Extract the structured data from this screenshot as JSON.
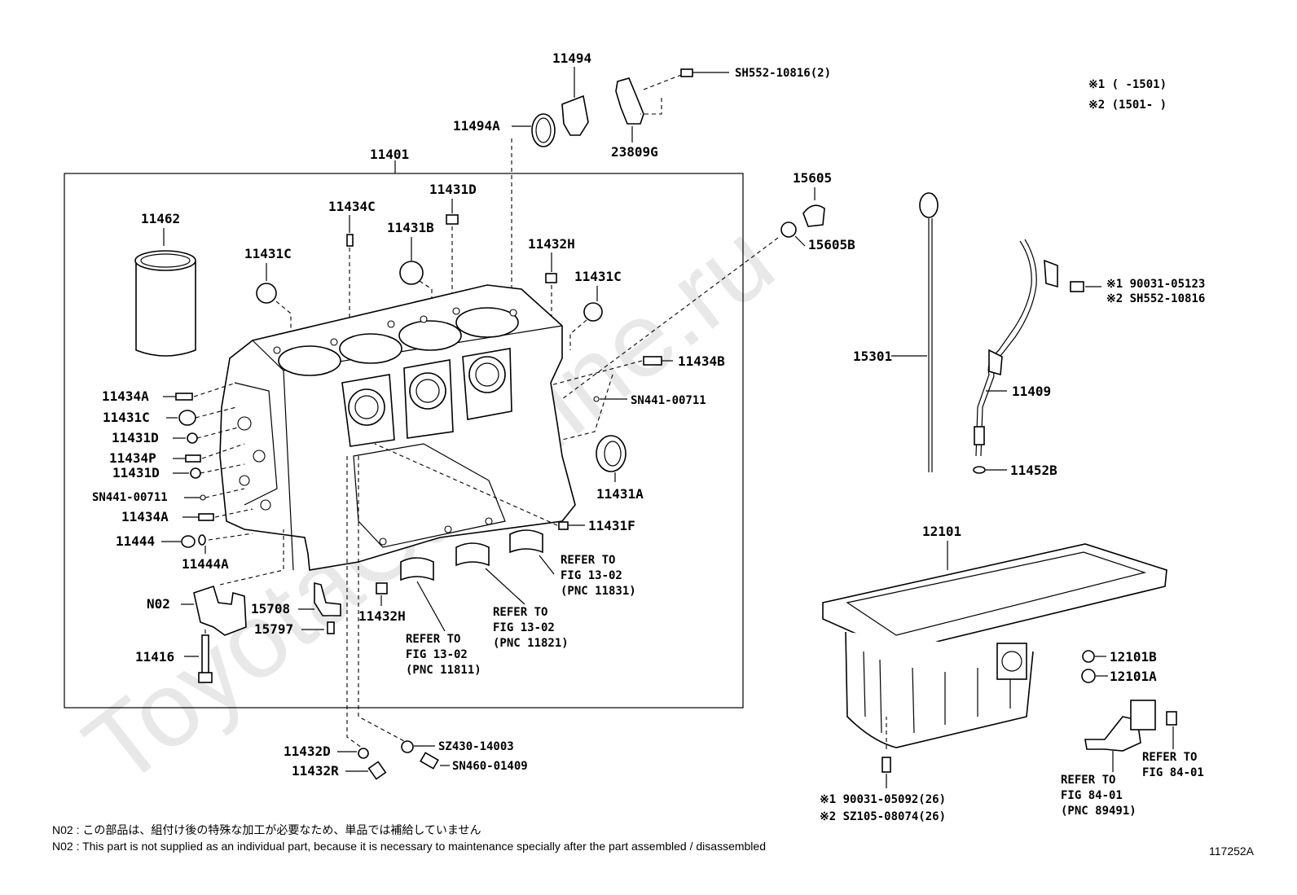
{
  "watermark": "ToyotaCarMine.ru",
  "legend": {
    "line1": "※1 (      -1501)",
    "line2": "※2 (1501-      )"
  },
  "group_box_label": "11401",
  "labels": {
    "p11494": "11494",
    "p11494a": "11494A",
    "sh552_2": "SH552-10816(2)",
    "p23809g": "23809G",
    "p11401": "11401",
    "p11462": "11462",
    "p11434c": "11434C",
    "p11431d_top": "11431D",
    "p11431b": "11431B",
    "p11431c_left": "11431C",
    "p11432h_top": "11432H",
    "p11431c_right": "11431C",
    "p11434b": "11434B",
    "sn441_right": "SN441-00711",
    "p11434a_1": "11434A",
    "p11431c_side": "11431C",
    "p11431d_1": "11431D",
    "p11434p": "11434P",
    "p11431d_2": "11431D",
    "sn441_left": "SN441-00711",
    "p11434a_2": "11434A",
    "p11444": "11444",
    "p11444a": "11444A",
    "p11431a": "11431A",
    "p11431f": "11431F",
    "n02": "N02",
    "p15708": "15708",
    "p15797": "15797",
    "p11416": "11416",
    "p11432h_bot": "11432H",
    "p11432d": "11432D",
    "p11432r": "11432R",
    "sz430": "SZ430-14003",
    "sn460": "SN460-01409",
    "p15605": "15605",
    "p15605b": "15605B",
    "p15301": "15301",
    "p11409": "11409",
    "p11452b": "11452B",
    "bolt_1": "※1 90031-05123",
    "bolt_2": "※2 SH552-10816",
    "p12101": "12101",
    "p12101b": "12101B",
    "p12101a": "12101A",
    "pan_bolt_1": "※1 90031-05092(26)",
    "pan_bolt_2": "※2 SZ105-08074(26)"
  },
  "refs": {
    "r11831": [
      "REFER TO",
      "FIG 13-02",
      "(PNC 11831)"
    ],
    "r11821": [
      "REFER TO",
      "FIG 13-02",
      "(PNC 11821)"
    ],
    "r11811": [
      "REFER TO",
      "FIG 13-02",
      "(PNC 11811)"
    ],
    "r89491": [
      "REFER TO",
      "FIG 84-01",
      "(PNC 89491)"
    ],
    "r8401": [
      "REFER TO",
      "FIG 84-01"
    ]
  },
  "notes": {
    "jp": "N02 : この部品は、組付け後の特殊な加工が必要なため、単品では補給していません",
    "en": "N02 : This part is not supplied as an individual part, because it is necessary to maintenance specially after the part assembled / disassembled"
  },
  "figure_id": "117252A"
}
